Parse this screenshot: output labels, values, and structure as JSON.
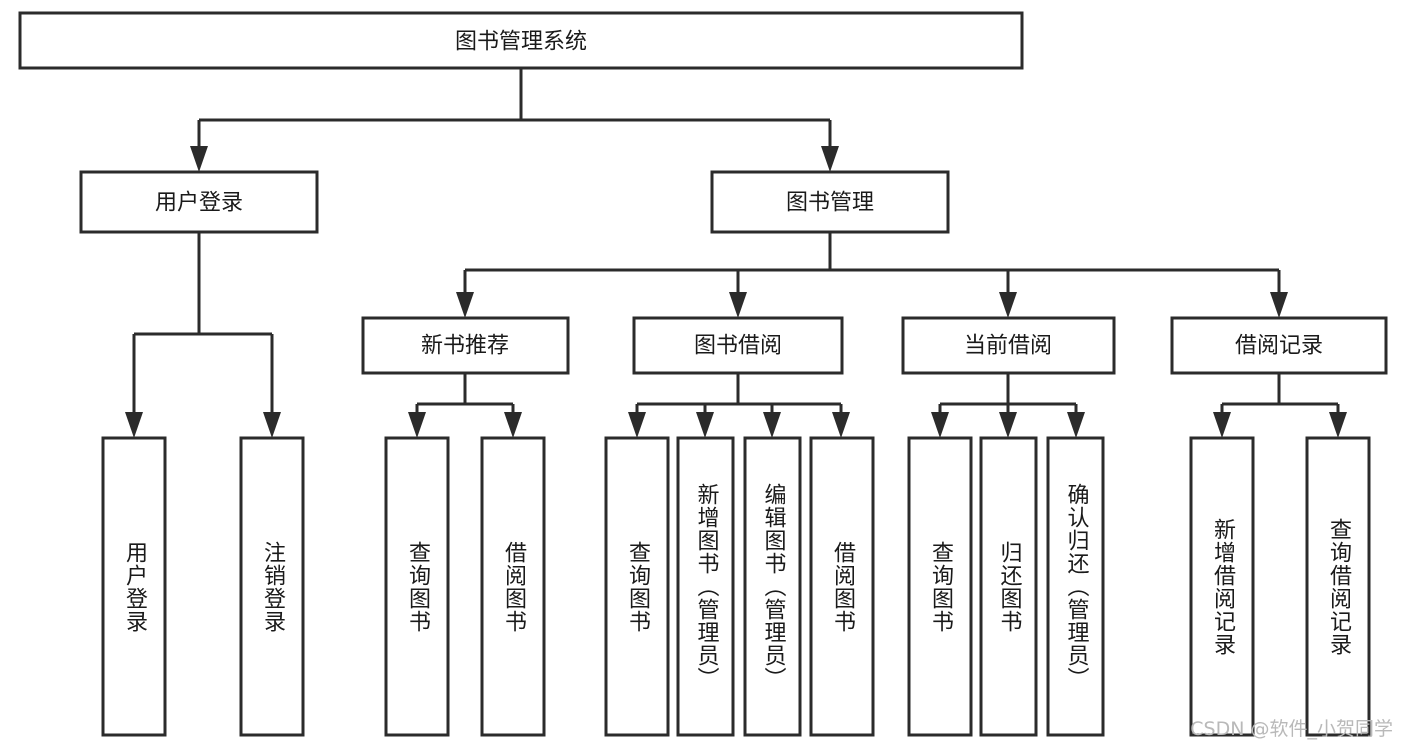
{
  "diagram": {
    "type": "tree-hierarchy-flowchart",
    "title": "图书管理系统",
    "orientation": "top-down",
    "box_fill": "#ffffff",
    "box_stroke": "#2b2b2b",
    "connector_color": "#2b2b2b",
    "background": "#ffffff",
    "levels": [
      {
        "level": 1,
        "nodes": [
          {
            "id": "root",
            "label": "图书管理系统",
            "text_orientation": "horizontal"
          }
        ]
      },
      {
        "level": 2,
        "nodes": [
          {
            "id": "user-login",
            "label": "用户登录",
            "parent": "root",
            "text_orientation": "horizontal"
          },
          {
            "id": "book-manage",
            "label": "图书管理",
            "parent": "root",
            "text_orientation": "horizontal"
          }
        ]
      },
      {
        "level": 3,
        "nodes": [
          {
            "id": "new-book-rec",
            "label": "新书推荐",
            "parent": "book-manage",
            "text_orientation": "horizontal"
          },
          {
            "id": "book-borrow",
            "label": "图书借阅",
            "parent": "book-manage",
            "text_orientation": "horizontal"
          },
          {
            "id": "current-borrow",
            "label": "当前借阅",
            "parent": "book-manage",
            "text_orientation": "horizontal"
          },
          {
            "id": "borrow-record",
            "label": "借阅记录",
            "parent": "book-manage",
            "text_orientation": "horizontal"
          }
        ]
      },
      {
        "level": 4,
        "nodes": [
          {
            "id": "leaf-1",
            "label": "用户登录",
            "parent": "user-login",
            "text_orientation": "vertical"
          },
          {
            "id": "leaf-2",
            "label": "注销登录",
            "parent": "user-login",
            "text_orientation": "vertical"
          },
          {
            "id": "leaf-3",
            "label": "查询图书",
            "parent": "new-book-rec",
            "text_orientation": "vertical"
          },
          {
            "id": "leaf-4",
            "label": "借阅图书",
            "parent": "new-book-rec",
            "text_orientation": "vertical"
          },
          {
            "id": "leaf-5",
            "label": "查询图书",
            "parent": "book-borrow",
            "text_orientation": "vertical"
          },
          {
            "id": "leaf-6",
            "label": "新增图书（管理员）",
            "parent": "book-borrow",
            "text_orientation": "vertical"
          },
          {
            "id": "leaf-7",
            "label": "编辑图书（管理员）",
            "parent": "book-borrow",
            "text_orientation": "vertical"
          },
          {
            "id": "leaf-8",
            "label": "借阅图书",
            "parent": "book-borrow",
            "text_orientation": "vertical"
          },
          {
            "id": "leaf-9",
            "label": "查询图书",
            "parent": "current-borrow",
            "text_orientation": "vertical"
          },
          {
            "id": "leaf-10",
            "label": "归还图书",
            "parent": "current-borrow",
            "text_orientation": "vertical"
          },
          {
            "id": "leaf-11",
            "label": "确认归还（管理员）",
            "parent": "current-borrow",
            "text_orientation": "vertical"
          },
          {
            "id": "leaf-12",
            "label": "新增借阅记录",
            "parent": "borrow-record",
            "text_orientation": "vertical"
          },
          {
            "id": "leaf-13",
            "label": "查询借阅记录",
            "parent": "borrow-record",
            "text_orientation": "vertical"
          }
        ]
      }
    ]
  },
  "watermark": {
    "text": "CSDN @软件_小贺同学"
  }
}
